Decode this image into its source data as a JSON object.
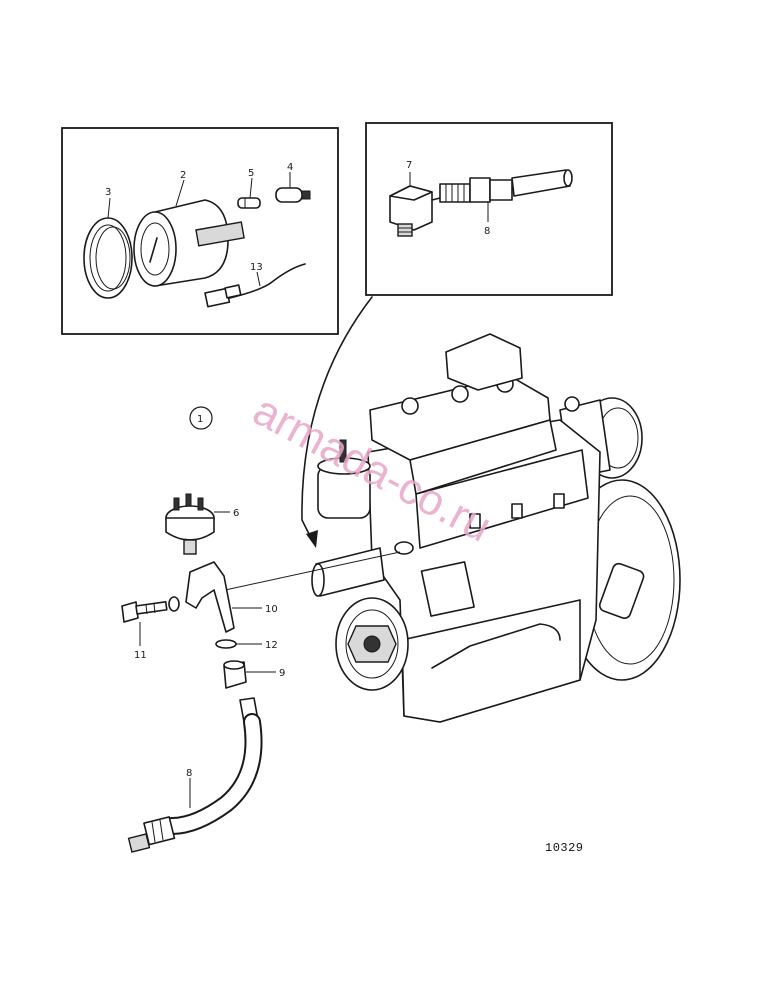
{
  "diagram": {
    "drawing_id": "10329",
    "view_marker": "1",
    "watermark": "armada-co.ru",
    "callouts": {
      "p1": "1",
      "p2": "2",
      "p3": "3",
      "p4": "4",
      "p5": "5",
      "p6": "6",
      "p7": "7",
      "p8_inset": "8",
      "p8_hose": "8",
      "p9": "9",
      "p10": "10",
      "p11": "11",
      "p12": "12",
      "p13": "13"
    }
  }
}
